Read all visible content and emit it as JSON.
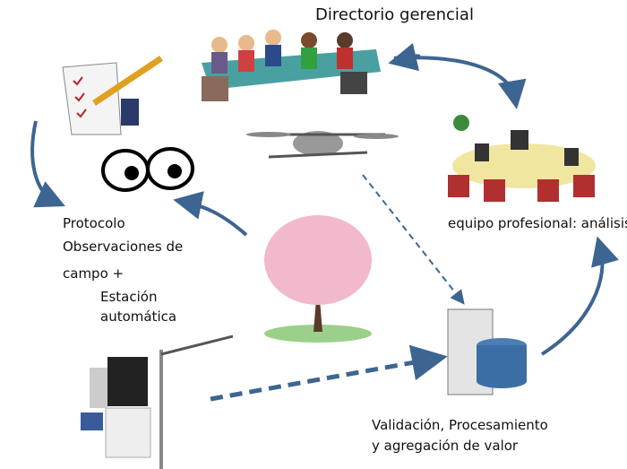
{
  "labels": {
    "board": "Directorio gerencial",
    "team": "equipo profesional: análisis",
    "protocol_line1": "Protocolo",
    "protocol_line2": "Observaciones de",
    "protocol_line3": "campo +",
    "station_line1": "Estación",
    "station_line2": "automática",
    "validation_line1": "Validación, Procesamiento",
    "validation_line2": "y agregación de valor"
  },
  "colors": {
    "arrow": "#3d6591",
    "tree_blossom": "#f2b8cc",
    "server": "#3b6ea5"
  }
}
